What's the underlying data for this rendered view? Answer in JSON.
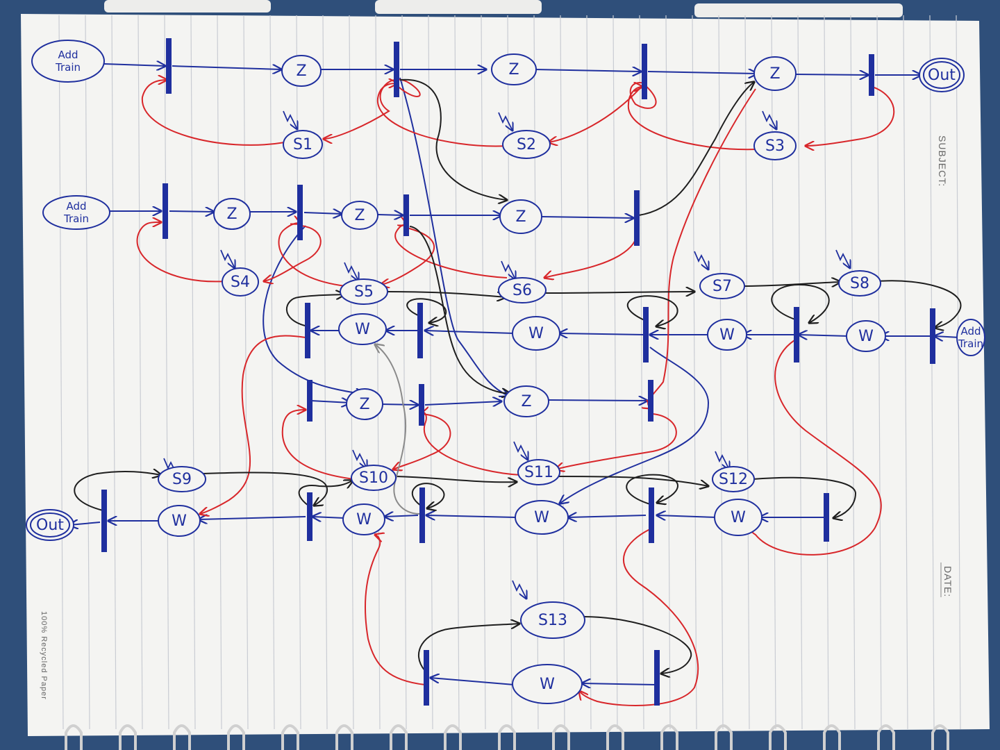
{
  "paper": {
    "side_labels": {
      "subject": "SUBJECT:",
      "date": "DATE:"
    },
    "footer_note": "100% Recycled Paper"
  },
  "colors": {
    "ink_blue": "#1f2f9e",
    "ink_red": "#d8262a",
    "ink_black": "#1e1e1e",
    "pencil": "#8a8a8a",
    "paper": "#f4f4f2",
    "rule_line": "#c9ccd3"
  },
  "net": {
    "places": [
      {
        "id": "add1",
        "label": "Add Train"
      },
      {
        "id": "z1",
        "label": "Z"
      },
      {
        "id": "z2",
        "label": "Z"
      },
      {
        "id": "z3",
        "label": "Z"
      },
      {
        "id": "out1",
        "label": "Out"
      },
      {
        "id": "s1",
        "label": "S1"
      },
      {
        "id": "s2",
        "label": "S2"
      },
      {
        "id": "s3",
        "label": "S3"
      },
      {
        "id": "add2",
        "label": "Add Train"
      },
      {
        "id": "z4",
        "label": "Z"
      },
      {
        "id": "z5",
        "label": "Z"
      },
      {
        "id": "z6",
        "label": "Z"
      },
      {
        "id": "s4",
        "label": "S4"
      },
      {
        "id": "s5",
        "label": "S5"
      },
      {
        "id": "s6",
        "label": "S6"
      },
      {
        "id": "s7",
        "label": "S7"
      },
      {
        "id": "s8",
        "label": "S8"
      },
      {
        "id": "w1",
        "label": "W"
      },
      {
        "id": "w2",
        "label": "W"
      },
      {
        "id": "w3",
        "label": "W"
      },
      {
        "id": "w4",
        "label": "W"
      },
      {
        "id": "add3",
        "label": "Add Train"
      },
      {
        "id": "z7",
        "label": "Z"
      },
      {
        "id": "z8",
        "label": "Z"
      },
      {
        "id": "out2",
        "label": "Out"
      },
      {
        "id": "s9",
        "label": "S9"
      },
      {
        "id": "s10",
        "label": "S10"
      },
      {
        "id": "s11",
        "label": "S11"
      },
      {
        "id": "s12",
        "label": "S12"
      },
      {
        "id": "w5",
        "label": "W"
      },
      {
        "id": "w6",
        "label": "W"
      },
      {
        "id": "w7",
        "label": "W"
      },
      {
        "id": "w8",
        "label": "W"
      },
      {
        "id": "s13",
        "label": "S13"
      },
      {
        "id": "w9",
        "label": "W"
      }
    ],
    "token_mark": "↯"
  }
}
